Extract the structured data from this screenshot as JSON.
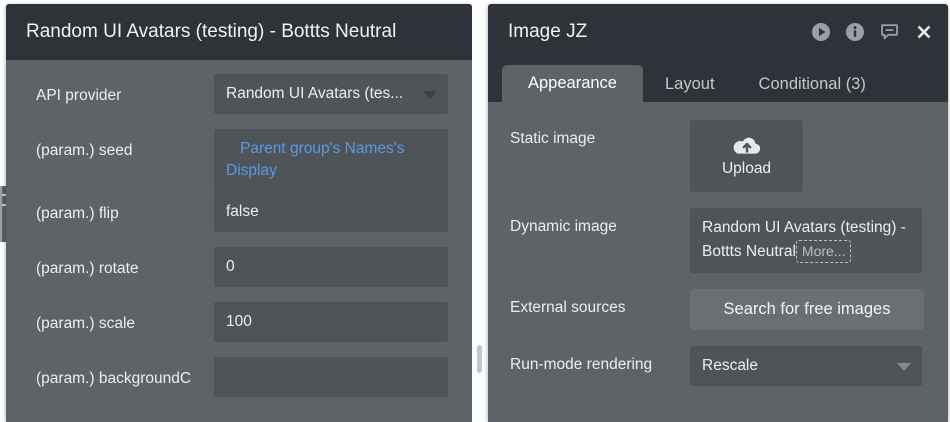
{
  "colors": {
    "panel_bg": "#5e6368",
    "header_bg": "#2d3338",
    "field_bg": "#4f5459",
    "link_blue": "#5b9ae0",
    "text": "#eceeef"
  },
  "left_panel": {
    "title": "Random UI Avatars (testing) - Bottts Neutral",
    "rows": [
      {
        "label": "API provider",
        "value": "Random UI Avatars (tes...",
        "type": "select"
      },
      {
        "label": "(param.) seed",
        "value": "Parent group's Names's Display",
        "type": "dynamic-link"
      },
      {
        "label": "(param.) flip",
        "value": "false",
        "type": "text"
      },
      {
        "label": "(param.) rotate",
        "value": "0",
        "type": "text"
      },
      {
        "label": "(param.) scale",
        "value": "100",
        "type": "text"
      },
      {
        "label": "(param.) backgroundC",
        "value": "",
        "type": "text"
      }
    ]
  },
  "right_panel": {
    "title": "Image JZ",
    "header_icons": [
      {
        "name": "play-circle-icon"
      },
      {
        "name": "info-circle-icon"
      },
      {
        "name": "comment-icon"
      },
      {
        "name": "close-icon"
      }
    ],
    "tabs": [
      {
        "label": "Appearance",
        "active": true
      },
      {
        "label": "Layout",
        "active": false
      },
      {
        "label": "Conditional (3)",
        "active": false
      }
    ],
    "rows": {
      "static_image": {
        "label": "Static image",
        "upload_label": "Upload",
        "upload_icon": "cloud-upload-icon"
      },
      "dynamic_image": {
        "label": "Dynamic image",
        "value": "Random UI Avatars (testing) - Bottts Neutral",
        "more_label": "More..."
      },
      "external_sources": {
        "label": "External sources",
        "button_label": "Search for free images"
      },
      "run_mode": {
        "label": "Run-mode rendering",
        "value": "Rescale",
        "caret_icon": "chevron-down-icon"
      }
    }
  }
}
